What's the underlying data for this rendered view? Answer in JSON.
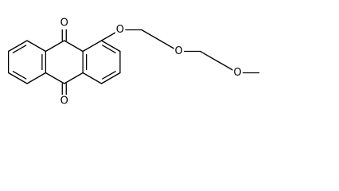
{
  "diagram": {
    "type": "chemical-structure",
    "atom_labels": {
      "carbonyl_o_top": "O",
      "carbonyl_o_bottom": "O",
      "ether_o1": "O",
      "ether_o2": "O",
      "ether_o3": "O"
    }
  }
}
